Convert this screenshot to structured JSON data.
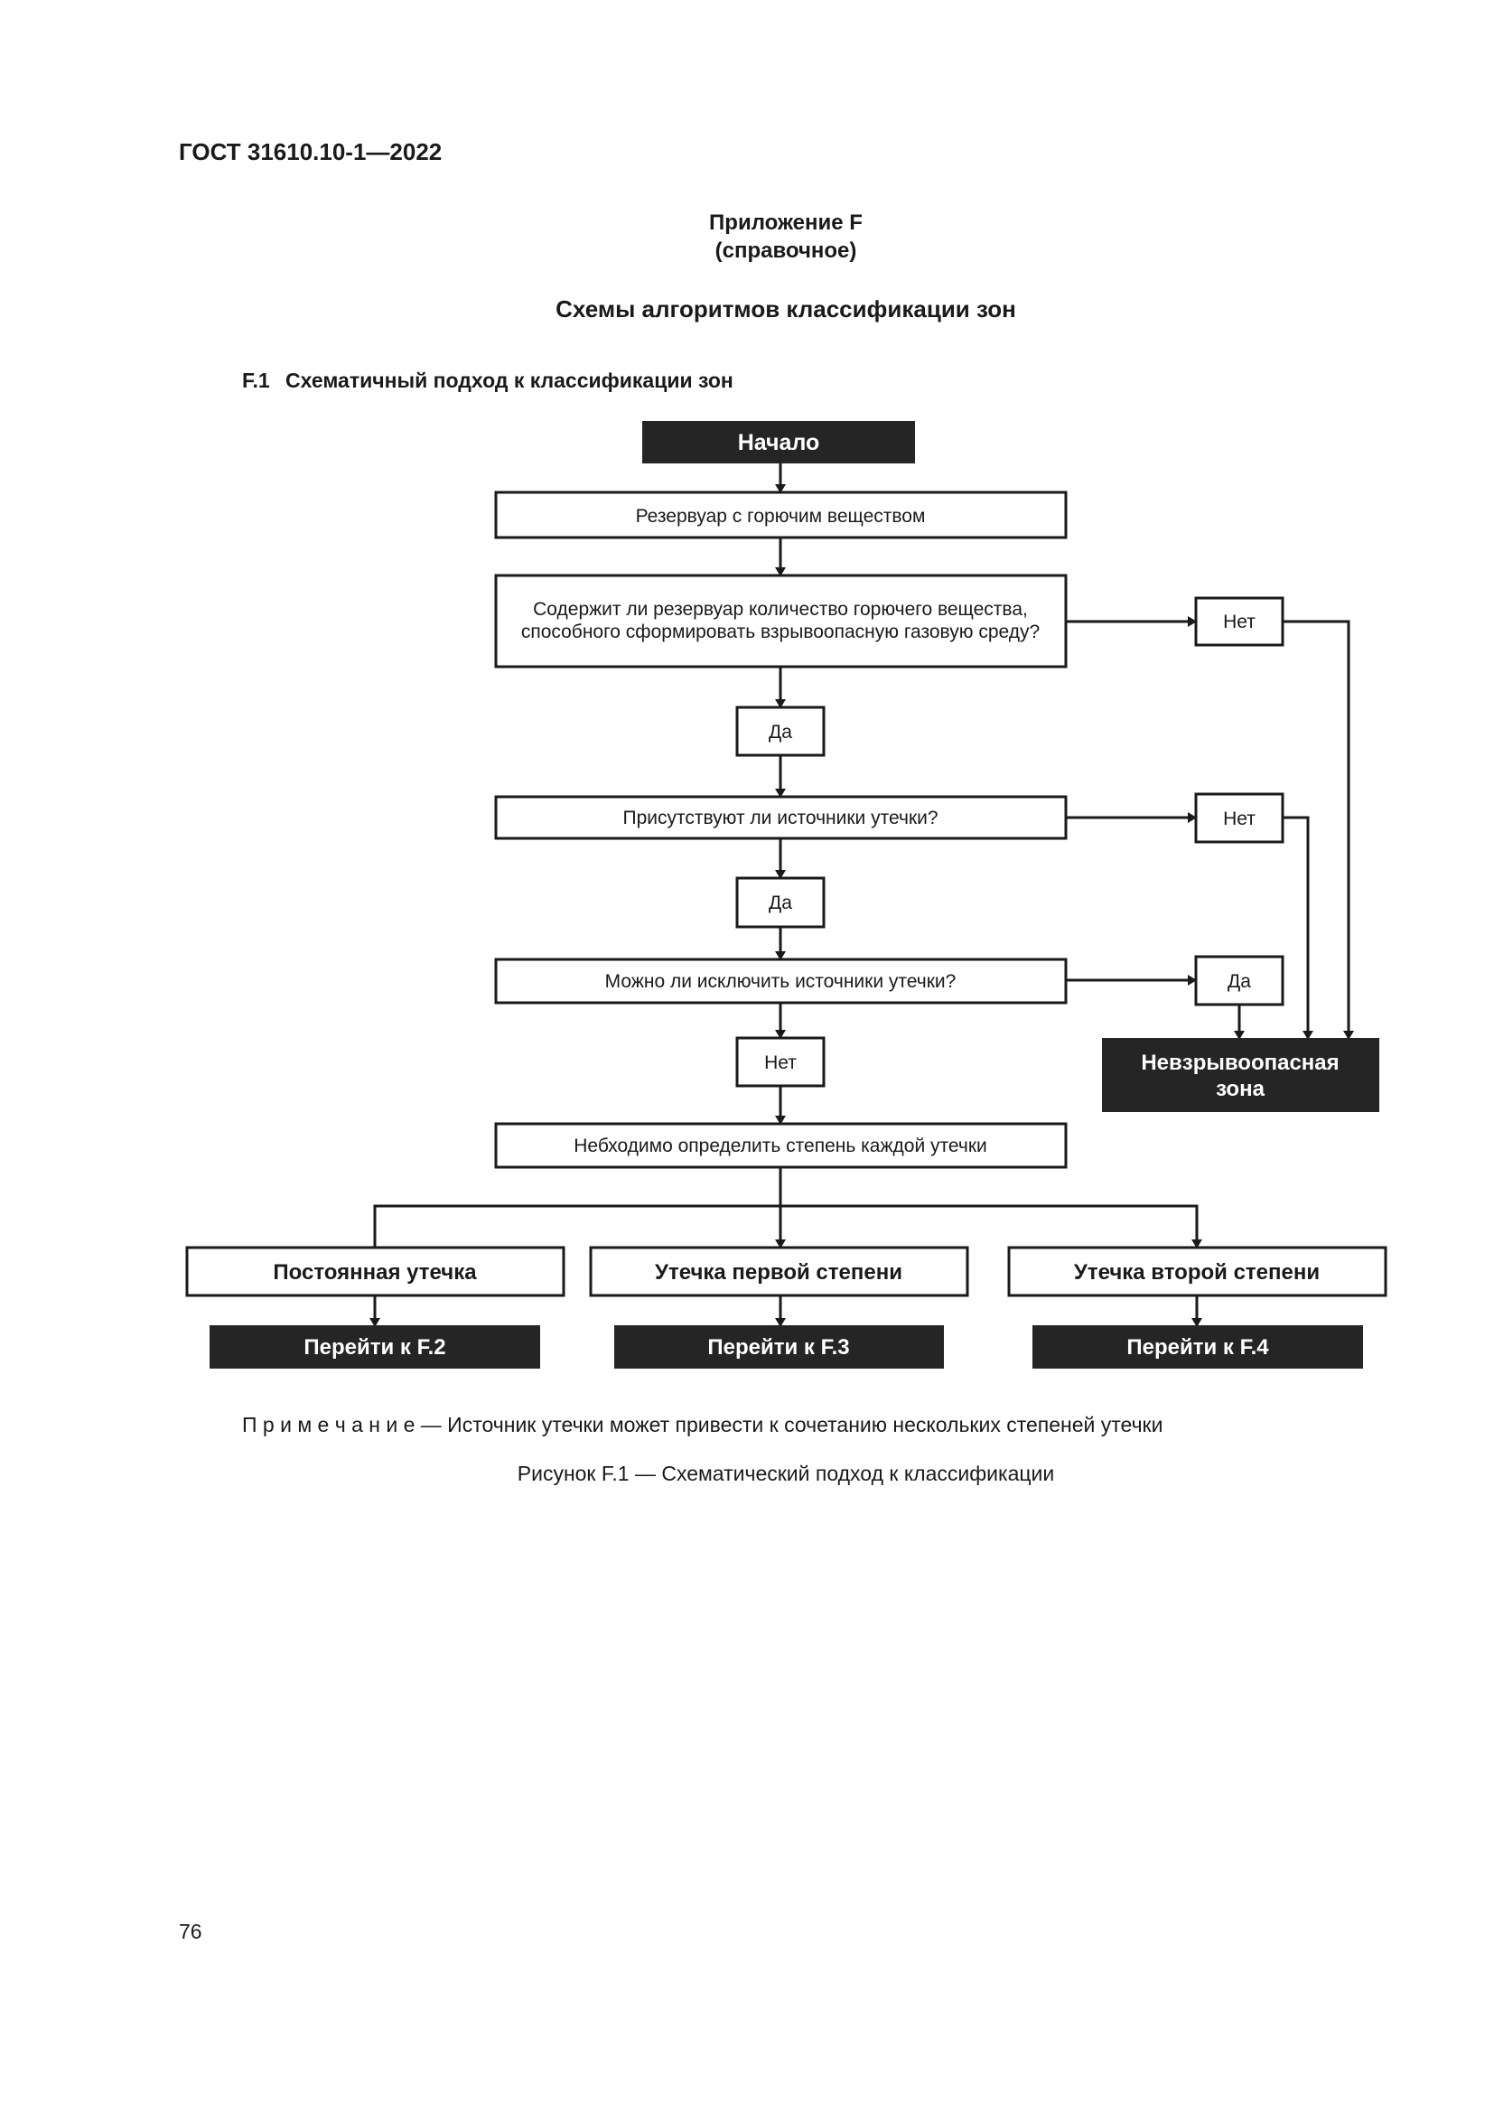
{
  "header": {
    "doc_id": "ГОСТ 31610.10-1—2022"
  },
  "appendix": {
    "title": "Приложение F",
    "subtitle": "(справочное)"
  },
  "section_title": "Схемы алгоритмов классификации зон",
  "subsection": {
    "number": "F.1",
    "title": "Схематичный подход к классификации зон"
  },
  "flowchart": {
    "start": "Начало",
    "step1": "Резервуар с горючим веществом",
    "question1": [
      "Содержит ли резервуар количество горючего вещества,",
      "способного сформировать взрывоопасную газовую среду?"
    ],
    "q1_no": "Нет",
    "q1_yes": "Да",
    "question2": "Присутствуют ли источники утечки?",
    "q2_no": "Нет",
    "q2_yes": "Да",
    "question3": "Можно ли исключить источники утечки?",
    "q3_yes": "Да",
    "q3_no": "Нет",
    "non_hazardous": [
      "Невзрывоопасная",
      "зона"
    ],
    "step2": "Небходимо определить степень каждой утечки",
    "grades": [
      "Постоянная утечка",
      "Утечка первой степени",
      "Утечка второй степени"
    ],
    "goto": [
      "Перейти к F.2",
      "Перейти к F.3",
      "Перейти к F.4"
    ]
  },
  "note": {
    "label": "П р и м е ч а н и е",
    "text": " — Источник утечки может привести к сочетанию нескольких степеней утечки"
  },
  "caption": "Рисунок F.1 — Схематический подход к классификации",
  "page_number": "76"
}
